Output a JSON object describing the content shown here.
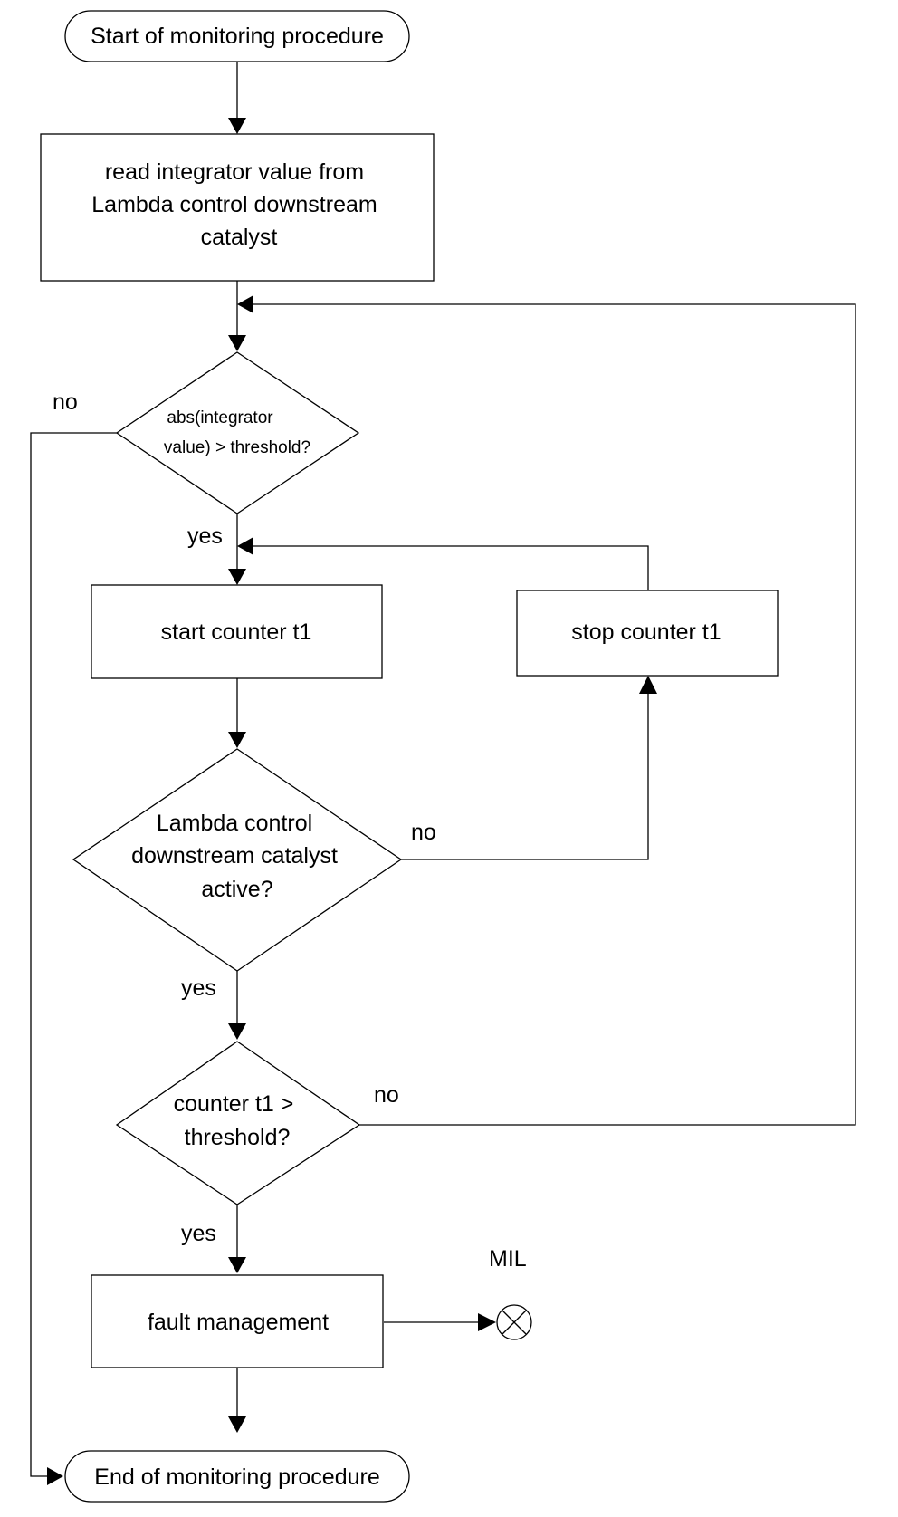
{
  "nodes": {
    "start": "Start of monitoring procedure",
    "read_integrator": [
      "read integrator value from",
      "Lambda control downstream",
      "catalyst"
    ],
    "decision_integrator": [
      "abs(integrator",
      "value) > threshold?"
    ],
    "start_counter": "start counter t1",
    "stop_counter": "stop counter t1",
    "decision_lambda": [
      "Lambda control",
      "downstream catalyst",
      "active?"
    ],
    "decision_counter": [
      "counter t1 >",
      "threshold?"
    ],
    "fault_management": "fault management",
    "mil": "MIL",
    "end": "End of monitoring procedure"
  },
  "edges": {
    "integrator_no": "no",
    "integrator_yes": "yes",
    "lambda_no": "no",
    "lambda_yes": "yes",
    "counter_no": "no",
    "counter_yes": "yes"
  }
}
